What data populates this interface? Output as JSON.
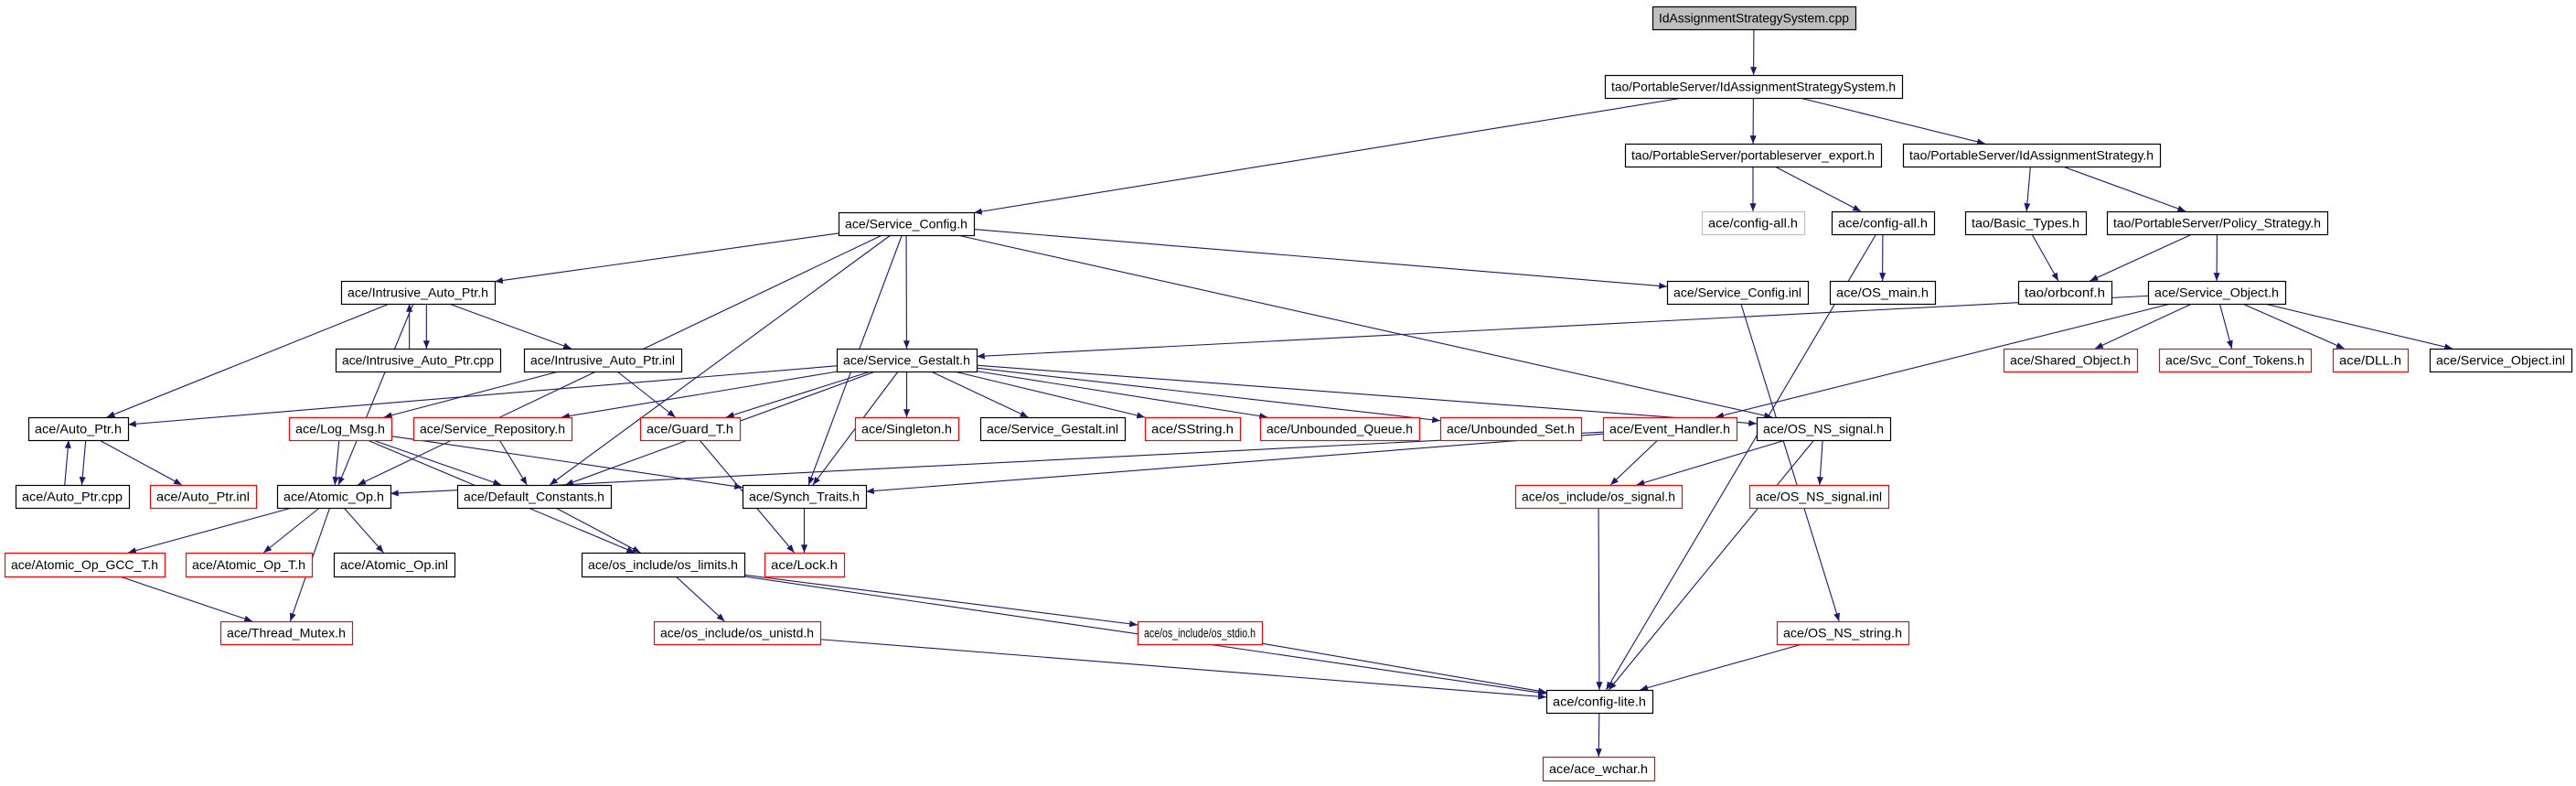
{
  "colors": {
    "edge": "#191970",
    "normal_border": "#000000",
    "missing_border": "#ff0000",
    "external_border": "#bfbfbf",
    "root_fill": "#bfbfbf"
  },
  "nodes": [
    {
      "id": "root",
      "label": "IdAssignmentStrategySystem.cpp",
      "kind": "root"
    },
    {
      "id": "idass_h",
      "label": "tao/PortableServer/IdAssignmentStrategySystem.h",
      "kind": "normal"
    },
    {
      "id": "pse",
      "label": "tao/PortableServer/portableserver_export.h",
      "kind": "normal"
    },
    {
      "id": "idas",
      "label": "tao/PortableServer/IdAssignmentStrategy.h",
      "kind": "normal"
    },
    {
      "id": "svc_config",
      "label": "ace/Service_Config.h",
      "kind": "normal"
    },
    {
      "id": "cfgall_gray",
      "label": "ace/config-all.h",
      "kind": "external"
    },
    {
      "id": "cfgall",
      "label": "ace/config-all.h",
      "kind": "normal"
    },
    {
      "id": "basic_types",
      "label": "tao/Basic_Types.h",
      "kind": "normal"
    },
    {
      "id": "policy",
      "label": "tao/PortableServer/Policy_Strategy.h",
      "kind": "normal"
    },
    {
      "id": "iap_h",
      "label": "ace/Intrusive_Auto_Ptr.h",
      "kind": "normal"
    },
    {
      "id": "svc_config_inl",
      "label": "ace/Service_Config.inl",
      "kind": "normal"
    },
    {
      "id": "os_main",
      "label": "ace/OS_main.h",
      "kind": "normal"
    },
    {
      "id": "orbconf",
      "label": "tao/orbconf.h",
      "kind": "normal"
    },
    {
      "id": "svc_obj",
      "label": "ace/Service_Object.h",
      "kind": "normal"
    },
    {
      "id": "iap_cpp",
      "label": "ace/Intrusive_Auto_Ptr.cpp",
      "kind": "normal"
    },
    {
      "id": "iap_inl",
      "label": "ace/Intrusive_Auto_Ptr.inl",
      "kind": "normal"
    },
    {
      "id": "gestalt",
      "label": "ace/Service_Gestalt.h",
      "kind": "normal"
    },
    {
      "id": "shared_obj",
      "label": "ace/Shared_Object.h",
      "kind": "missing"
    },
    {
      "id": "svc_conf_tokens",
      "label": "ace/Svc_Conf_Tokens.h",
      "kind": "missing"
    },
    {
      "id": "dll",
      "label": "ace/DLL.h",
      "kind": "missing"
    },
    {
      "id": "svc_obj_inl",
      "label": "ace/Service_Object.inl",
      "kind": "normal"
    },
    {
      "id": "auto_ptr_h",
      "label": "ace/Auto_Ptr.h",
      "kind": "normal"
    },
    {
      "id": "log_msg",
      "label": "ace/Log_Msg.h",
      "kind": "missing"
    },
    {
      "id": "svc_repo",
      "label": "ace/Service_Repository.h",
      "kind": "missing"
    },
    {
      "id": "guard_t",
      "label": "ace/Guard_T.h",
      "kind": "missing"
    },
    {
      "id": "singleton",
      "label": "ace/Singleton.h",
      "kind": "missing"
    },
    {
      "id": "gestalt_inl",
      "label": "ace/Service_Gestalt.inl",
      "kind": "normal"
    },
    {
      "id": "sstring",
      "label": "ace/SString.h",
      "kind": "missing"
    },
    {
      "id": "ub_queue",
      "label": "ace/Unbounded_Queue.h",
      "kind": "missing"
    },
    {
      "id": "ub_set",
      "label": "ace/Unbounded_Set.h",
      "kind": "missing"
    },
    {
      "id": "event_handler",
      "label": "ace/Event_Handler.h",
      "kind": "missing"
    },
    {
      "id": "os_ns_signal",
      "label": "ace/OS_NS_signal.h",
      "kind": "normal"
    },
    {
      "id": "auto_ptr_cpp",
      "label": "ace/Auto_Ptr.cpp",
      "kind": "normal"
    },
    {
      "id": "auto_ptr_inl",
      "label": "ace/Auto_Ptr.inl",
      "kind": "missing"
    },
    {
      "id": "atomic_op",
      "label": "ace/Atomic_Op.h",
      "kind": "normal"
    },
    {
      "id": "default_const",
      "label": "ace/Default_Constants.h",
      "kind": "normal"
    },
    {
      "id": "synch_traits",
      "label": "ace/Synch_Traits.h",
      "kind": "normal"
    },
    {
      "id": "os_signal",
      "label": "ace/os_include/os_signal.h",
      "kind": "missing"
    },
    {
      "id": "os_ns_signal_inl",
      "label": "ace/OS_NS_signal.inl",
      "kind": "missing"
    },
    {
      "id": "atomic_gcc",
      "label": "ace/Atomic_Op_GCC_T.h",
      "kind": "missing"
    },
    {
      "id": "atomic_t",
      "label": "ace/Atomic_Op_T.h",
      "kind": "missing"
    },
    {
      "id": "atomic_inl",
      "label": "ace/Atomic_Op.inl",
      "kind": "normal"
    },
    {
      "id": "os_limits",
      "label": "ace/os_include/os_limits.h",
      "kind": "normal"
    },
    {
      "id": "lock",
      "label": "ace/Lock.h",
      "kind": "missing"
    },
    {
      "id": "thread_mutex",
      "label": "ace/Thread_Mutex.h",
      "kind": "missing"
    },
    {
      "id": "os_unistd",
      "label": "ace/os_include/os_unistd.h",
      "kind": "missing"
    },
    {
      "id": "os_stdio",
      "label": "ace/os_include/os_stdio.h",
      "kind": "missing"
    },
    {
      "id": "os_ns_string",
      "label": "ace/OS_NS_string.h",
      "kind": "missing"
    },
    {
      "id": "config_lite",
      "label": "ace/config-lite.h",
      "kind": "normal"
    },
    {
      "id": "ace_wchar",
      "label": "ace/ace_wchar.h",
      "kind": "missing"
    }
  ],
  "edges": [
    [
      "root",
      "idass_h"
    ],
    [
      "idass_h",
      "svc_config"
    ],
    [
      "idass_h",
      "pse"
    ],
    [
      "idass_h",
      "idas"
    ],
    [
      "pse",
      "cfgall_gray"
    ],
    [
      "pse",
      "cfgall"
    ],
    [
      "idas",
      "basic_types"
    ],
    [
      "idas",
      "policy"
    ],
    [
      "cfgall",
      "os_main"
    ],
    [
      "cfgall",
      "config_lite"
    ],
    [
      "basic_types",
      "orbconf"
    ],
    [
      "policy",
      "orbconf"
    ],
    [
      "policy",
      "svc_obj"
    ],
    [
      "svc_obj",
      "gestalt"
    ],
    [
      "svc_obj",
      "shared_obj"
    ],
    [
      "svc_obj",
      "svc_conf_tokens"
    ],
    [
      "svc_obj",
      "dll"
    ],
    [
      "svc_obj",
      "svc_obj_inl"
    ],
    [
      "svc_obj",
      "event_handler"
    ],
    [
      "svc_config",
      "iap_h"
    ],
    [
      "svc_config",
      "gestalt"
    ],
    [
      "svc_config",
      "svc_config_inl"
    ],
    [
      "svc_config",
      "os_ns_signal"
    ],
    [
      "svc_config",
      "synch_traits"
    ],
    [
      "svc_config",
      "atomic_op"
    ],
    [
      "svc_config",
      "default_const"
    ],
    [
      "svc_config_inl",
      "os_ns_string"
    ],
    [
      "iap_h",
      "iap_cpp"
    ],
    [
      "iap_cpp",
      "iap_h"
    ],
    [
      "iap_h",
      "iap_inl"
    ],
    [
      "iap_h",
      "auto_ptr_h"
    ],
    [
      "iap_h",
      "atomic_op"
    ],
    [
      "iap_inl",
      "guard_t"
    ],
    [
      "iap_inl",
      "log_msg"
    ],
    [
      "gestalt",
      "auto_ptr_h"
    ],
    [
      "gestalt",
      "svc_repo"
    ],
    [
      "gestalt",
      "guard_t"
    ],
    [
      "gestalt",
      "singleton"
    ],
    [
      "gestalt",
      "gestalt_inl"
    ],
    [
      "gestalt",
      "sstring"
    ],
    [
      "gestalt",
      "ub_queue"
    ],
    [
      "gestalt",
      "ub_set"
    ],
    [
      "gestalt",
      "os_ns_signal"
    ],
    [
      "gestalt",
      "synch_traits"
    ],
    [
      "gestalt",
      "default_const"
    ],
    [
      "auto_ptr_h",
      "auto_ptr_cpp"
    ],
    [
      "auto_ptr_cpp",
      "auto_ptr_h"
    ],
    [
      "auto_ptr_h",
      "auto_ptr_inl"
    ],
    [
      "log_msg",
      "atomic_op"
    ],
    [
      "log_msg",
      "default_const"
    ],
    [
      "log_msg",
      "synch_traits"
    ],
    [
      "log_msg",
      "os_limits"
    ],
    [
      "svc_repo",
      "default_const"
    ],
    [
      "guard_t",
      "lock"
    ],
    [
      "event_handler",
      "atomic_op"
    ],
    [
      "event_handler",
      "os_signal"
    ],
    [
      "event_handler",
      "synch_traits"
    ],
    [
      "os_ns_signal",
      "os_signal"
    ],
    [
      "os_ns_signal",
      "os_ns_signal_inl"
    ],
    [
      "os_ns_signal",
      "config_lite"
    ],
    [
      "atomic_op",
      "atomic_gcc"
    ],
    [
      "atomic_op",
      "atomic_t"
    ],
    [
      "atomic_op",
      "atomic_inl"
    ],
    [
      "atomic_op",
      "thread_mutex"
    ],
    [
      "default_const",
      "os_limits"
    ],
    [
      "synch_traits",
      "lock"
    ],
    [
      "atomic_gcc",
      "thread_mutex"
    ],
    [
      "os_limits",
      "os_unistd"
    ],
    [
      "os_limits",
      "os_stdio"
    ],
    [
      "os_limits",
      "config_lite"
    ],
    [
      "os_unistd",
      "config_lite"
    ],
    [
      "os_stdio",
      "config_lite"
    ],
    [
      "os_signal",
      "config_lite"
    ],
    [
      "os_ns_string",
      "config_lite"
    ],
    [
      "config_lite",
      "ace_wchar"
    ]
  ]
}
